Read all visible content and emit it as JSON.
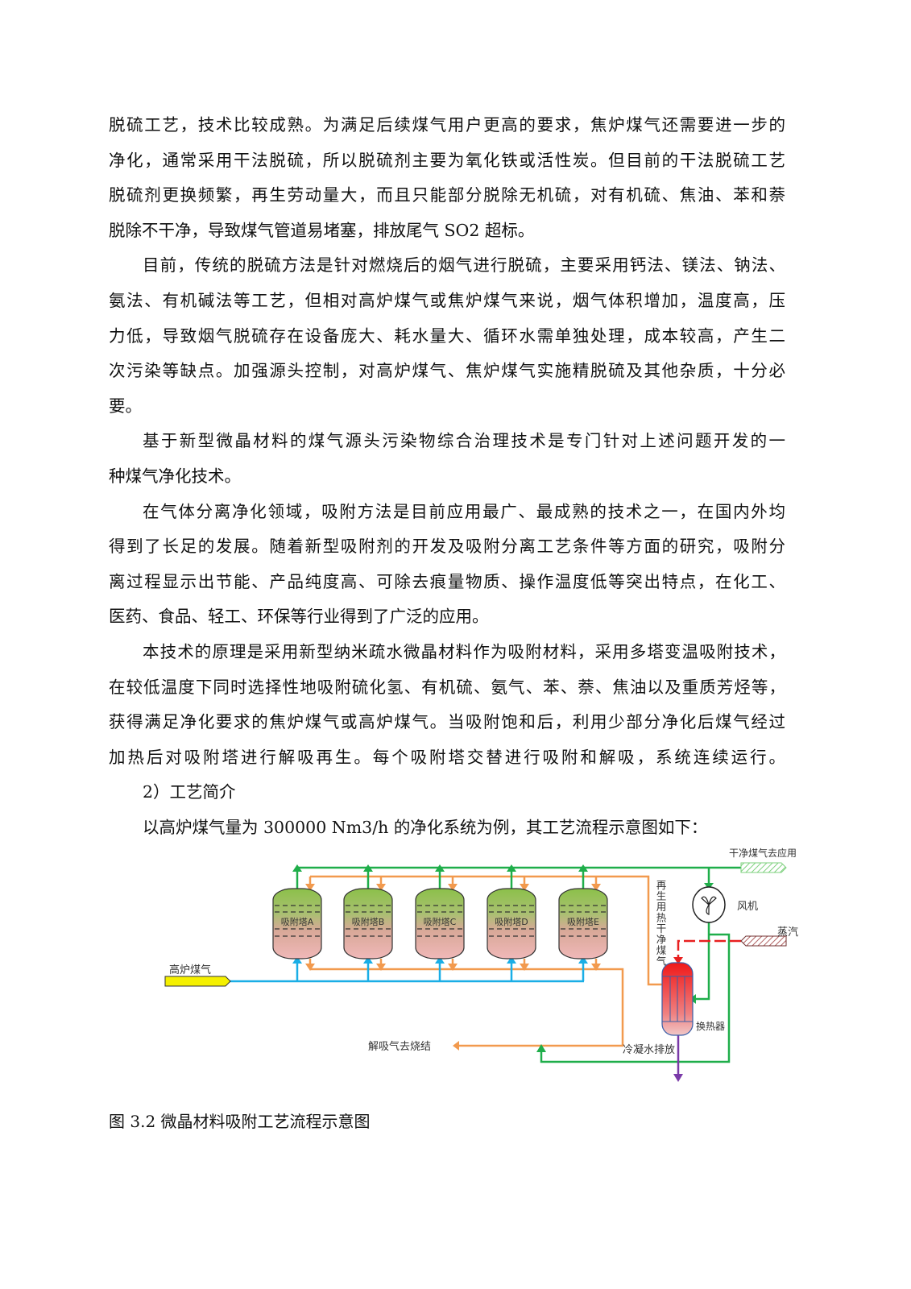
{
  "body_lines": [
    {
      "text": "脱硫工艺，技术比较成熟。为满足后续煤气用户更高的要求，焦炉煤气还需要进一步的",
      "indent": false,
      "full": true
    },
    {
      "text": "净化，通常采用干法脱硫，所以脱硫剂主要为氧化铁或活性炭。但目前的干法脱硫工艺",
      "indent": false,
      "full": true
    },
    {
      "text": "脱硫剂更换频繁，再生劳动量大，而且只能部分脱除无机硫，对有机硫、焦油、苯和萘",
      "indent": false,
      "full": true
    },
    {
      "text": "脱除不干净，导致煤气管道易堵塞，排放尾气 SO2 超标。",
      "indent": false,
      "full": false
    },
    {
      "text": "目前，传统的脱硫方法是针对燃烧后的烟气进行脱硫，主要采用钙法、镁法、钠法、",
      "indent": true,
      "full": true
    },
    {
      "text": "氨法、有机碱法等工艺，但相对高炉煤气或焦炉煤气来说，烟气体积增加，温度高，压",
      "indent": false,
      "full": true
    },
    {
      "text": "力低，导致烟气脱硫存在设备庞大、耗水量大、循环水需单独处理，成本较高，产生二",
      "indent": false,
      "full": true
    },
    {
      "text": "次污染等缺点。加强源头控制，对高炉煤气、焦炉煤气实施精脱硫及其他杂质，十分必",
      "indent": false,
      "full": true
    },
    {
      "text": "要。",
      "indent": false,
      "full": false
    },
    {
      "text": "基于新型微晶材料的煤气源头污染物综合治理技术是专门针对上述问题开发的一",
      "indent": true,
      "full": true
    },
    {
      "text": "种煤气净化技术。",
      "indent": false,
      "full": false
    },
    {
      "text": "在气体分离净化领域，吸附方法是目前应用最广、最成熟的技术之一，在国内外均",
      "indent": true,
      "full": true
    },
    {
      "text": "得到了长足的发展。随着新型吸附剂的开发及吸附分离工艺条件等方面的研究，吸附分",
      "indent": false,
      "full": true
    },
    {
      "text": "离过程显示出节能、产品纯度高、可除去痕量物质、操作温度低等突出特点，在化工、",
      "indent": false,
      "full": true
    },
    {
      "text": "医药、食品、轻工、环保等行业得到了广泛的应用。",
      "indent": false,
      "full": false
    },
    {
      "text": "本技术的原理是采用新型纳米疏水微晶材料作为吸附材料，采用多塔变温吸附技术，",
      "indent": true,
      "full": true
    },
    {
      "text": "在较低温度下同时选择性地吸附硫化氢、有机硫、氨气、苯、萘、焦油以及重质芳烃等，",
      "indent": false,
      "full": true
    },
    {
      "text": "获得满足净化要求的焦炉煤气或高炉煤气。当吸附饱和后，利用少部分净化后煤气经过",
      "indent": false,
      "full": true
    },
    {
      "text": "加热后对吸附塔进行解吸再生。每个吸附塔交替进行吸附和解吸，系统连续运行。",
      "indent": false,
      "full": true
    },
    {
      "text": "2）工艺简介",
      "indent": true,
      "full": false
    },
    {
      "text": "以高炉煤气量为 300000 Nm3/h 的净化系统为例，其工艺流程示意图如下：",
      "indent": true,
      "full": false
    }
  ],
  "diagram": {
    "towers": [
      "吸附塔A",
      "吸附塔B",
      "吸附塔C",
      "吸附塔D",
      "吸附塔E"
    ],
    "clean_gas_out": "干净煤气去应用",
    "regen_gas": "再生用热干净煤气",
    "fan": "风机",
    "steam": "蒸汽",
    "blast_furnace_gas": "高炉煤气",
    "heat_exchanger": "换热器",
    "desorption_gas": "解吸气去烧结",
    "condensate": "冷凝水排放",
    "colors": {
      "clean": "#1fae4a",
      "desorb": "#f29a4e",
      "feed": "#1aaee6",
      "steam": "#e82020",
      "condensate": "#7a3aa8"
    }
  },
  "caption": "图 3.2  微晶材料吸附工艺流程示意图"
}
